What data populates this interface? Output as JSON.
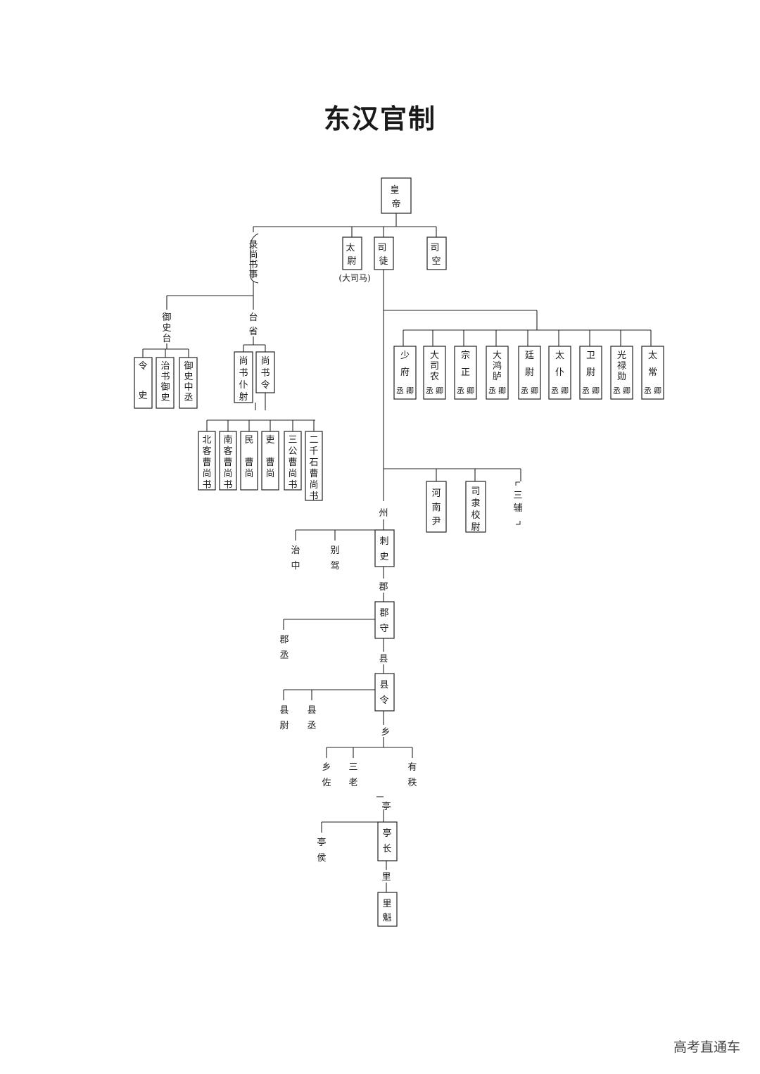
{
  "title": "东汉官制",
  "watermark": "高考直通车",
  "nodes": {
    "huangdi": "皇帝",
    "taiwei": "太尉",
    "taiwei_note": "(大司马)",
    "situ": "司徒",
    "sikong": "司空",
    "lushangshushi": "(录尚书事)",
    "yushitai": "御史台",
    "taisheng": "台省",
    "lingshi": "令史",
    "zhishuyushi": "治书御史",
    "yushizhongcheng": "御史中丞",
    "shangshupuye": "尚书仆射",
    "shangshuling": "尚书令",
    "beike": "北客曹尚书",
    "nanke": "南客曹尚书",
    "min": "民曹尚书",
    "li_cao": "吏曹尚书",
    "sangong": "三公曹尚书",
    "erqianshi": "二千石曹尚书",
    "jiuqing": [
      "少府丞卿",
      "大司农丞卿",
      "宗正丞卿",
      "大鸿胪丞卿",
      "廷尉丞卿",
      "太仆丞卿",
      "卫尉丞卿",
      "光禄勋丞卿",
      "太常丞卿"
    ],
    "henanyin": "河南尹",
    "sili": "司隶校尉",
    "sanfu": "「三辅」",
    "zhou": "州",
    "cishi": "刺史",
    "zhizhong": "治中",
    "biejia": "别驾",
    "jun": "郡",
    "junshou": "郡守",
    "juncheng": "郡丞",
    "xian": "县",
    "xianling": "县令",
    "xianwei": "县尉",
    "xiancheng": "县丞",
    "xiang": "乡",
    "xiangzuo": "乡佐",
    "sanlao": "三老",
    "youzhi": "有秩",
    "ting": "亭",
    "tingzhang": "亭长",
    "tinghou": "亭侯",
    "li": "里",
    "likui": "里魁"
  }
}
